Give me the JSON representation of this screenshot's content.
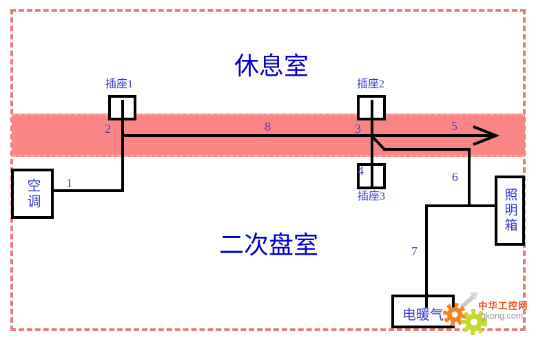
{
  "colors": {
    "band": "#fa8585",
    "border_dash": "#e87c7c",
    "title_blue": "#0000cc",
    "label_blue": "#3a3acc",
    "number_purple": "#6631be",
    "wire_black": "#000000",
    "wm_orange": "#f5821f",
    "wm_green": "#c6d831",
    "wm_red": "#e8541e",
    "wm_gray": "#9a9a9a"
  },
  "rooms": {
    "upper": "休息室",
    "lower": "二次盘室"
  },
  "devices": {
    "socket1": "插座1",
    "socket2": "插座2",
    "socket3": "插座3",
    "air_conditioner": "空调",
    "lighting_box": "照明箱",
    "heater": "电暖气"
  },
  "wires": {
    "n1": "1",
    "n2": "2",
    "n3": "3",
    "n4": "4",
    "n5": "5",
    "n6": "6",
    "n7": "7",
    "n8": "8"
  },
  "watermark": {
    "site_name": "中华工控网",
    "site_url": "gkong.com"
  }
}
